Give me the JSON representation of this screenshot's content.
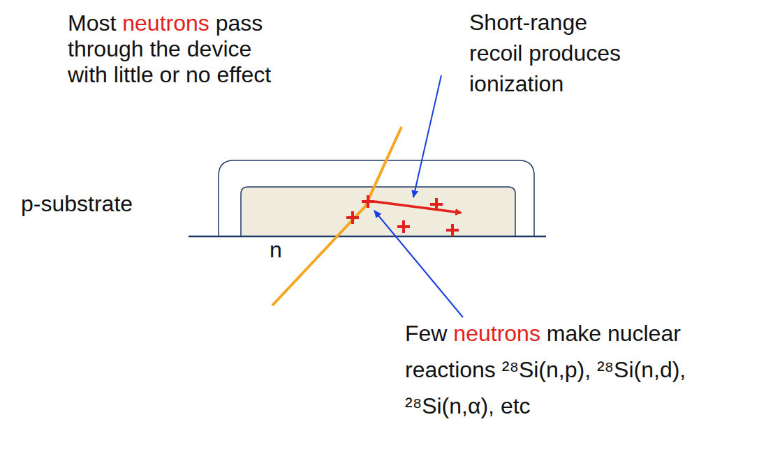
{
  "diagram": {
    "labels": [
      "Most neutrons pass through the device with little or no effect",
      "Short-range recoil produces ionization",
      "p-substrate",
      "n",
      "Few neutrons make nuclear reactions ²⁸Si(n,p), ²⁸Si(n,d), ²⁸Si(n,α), etc"
    ]
  }
}
